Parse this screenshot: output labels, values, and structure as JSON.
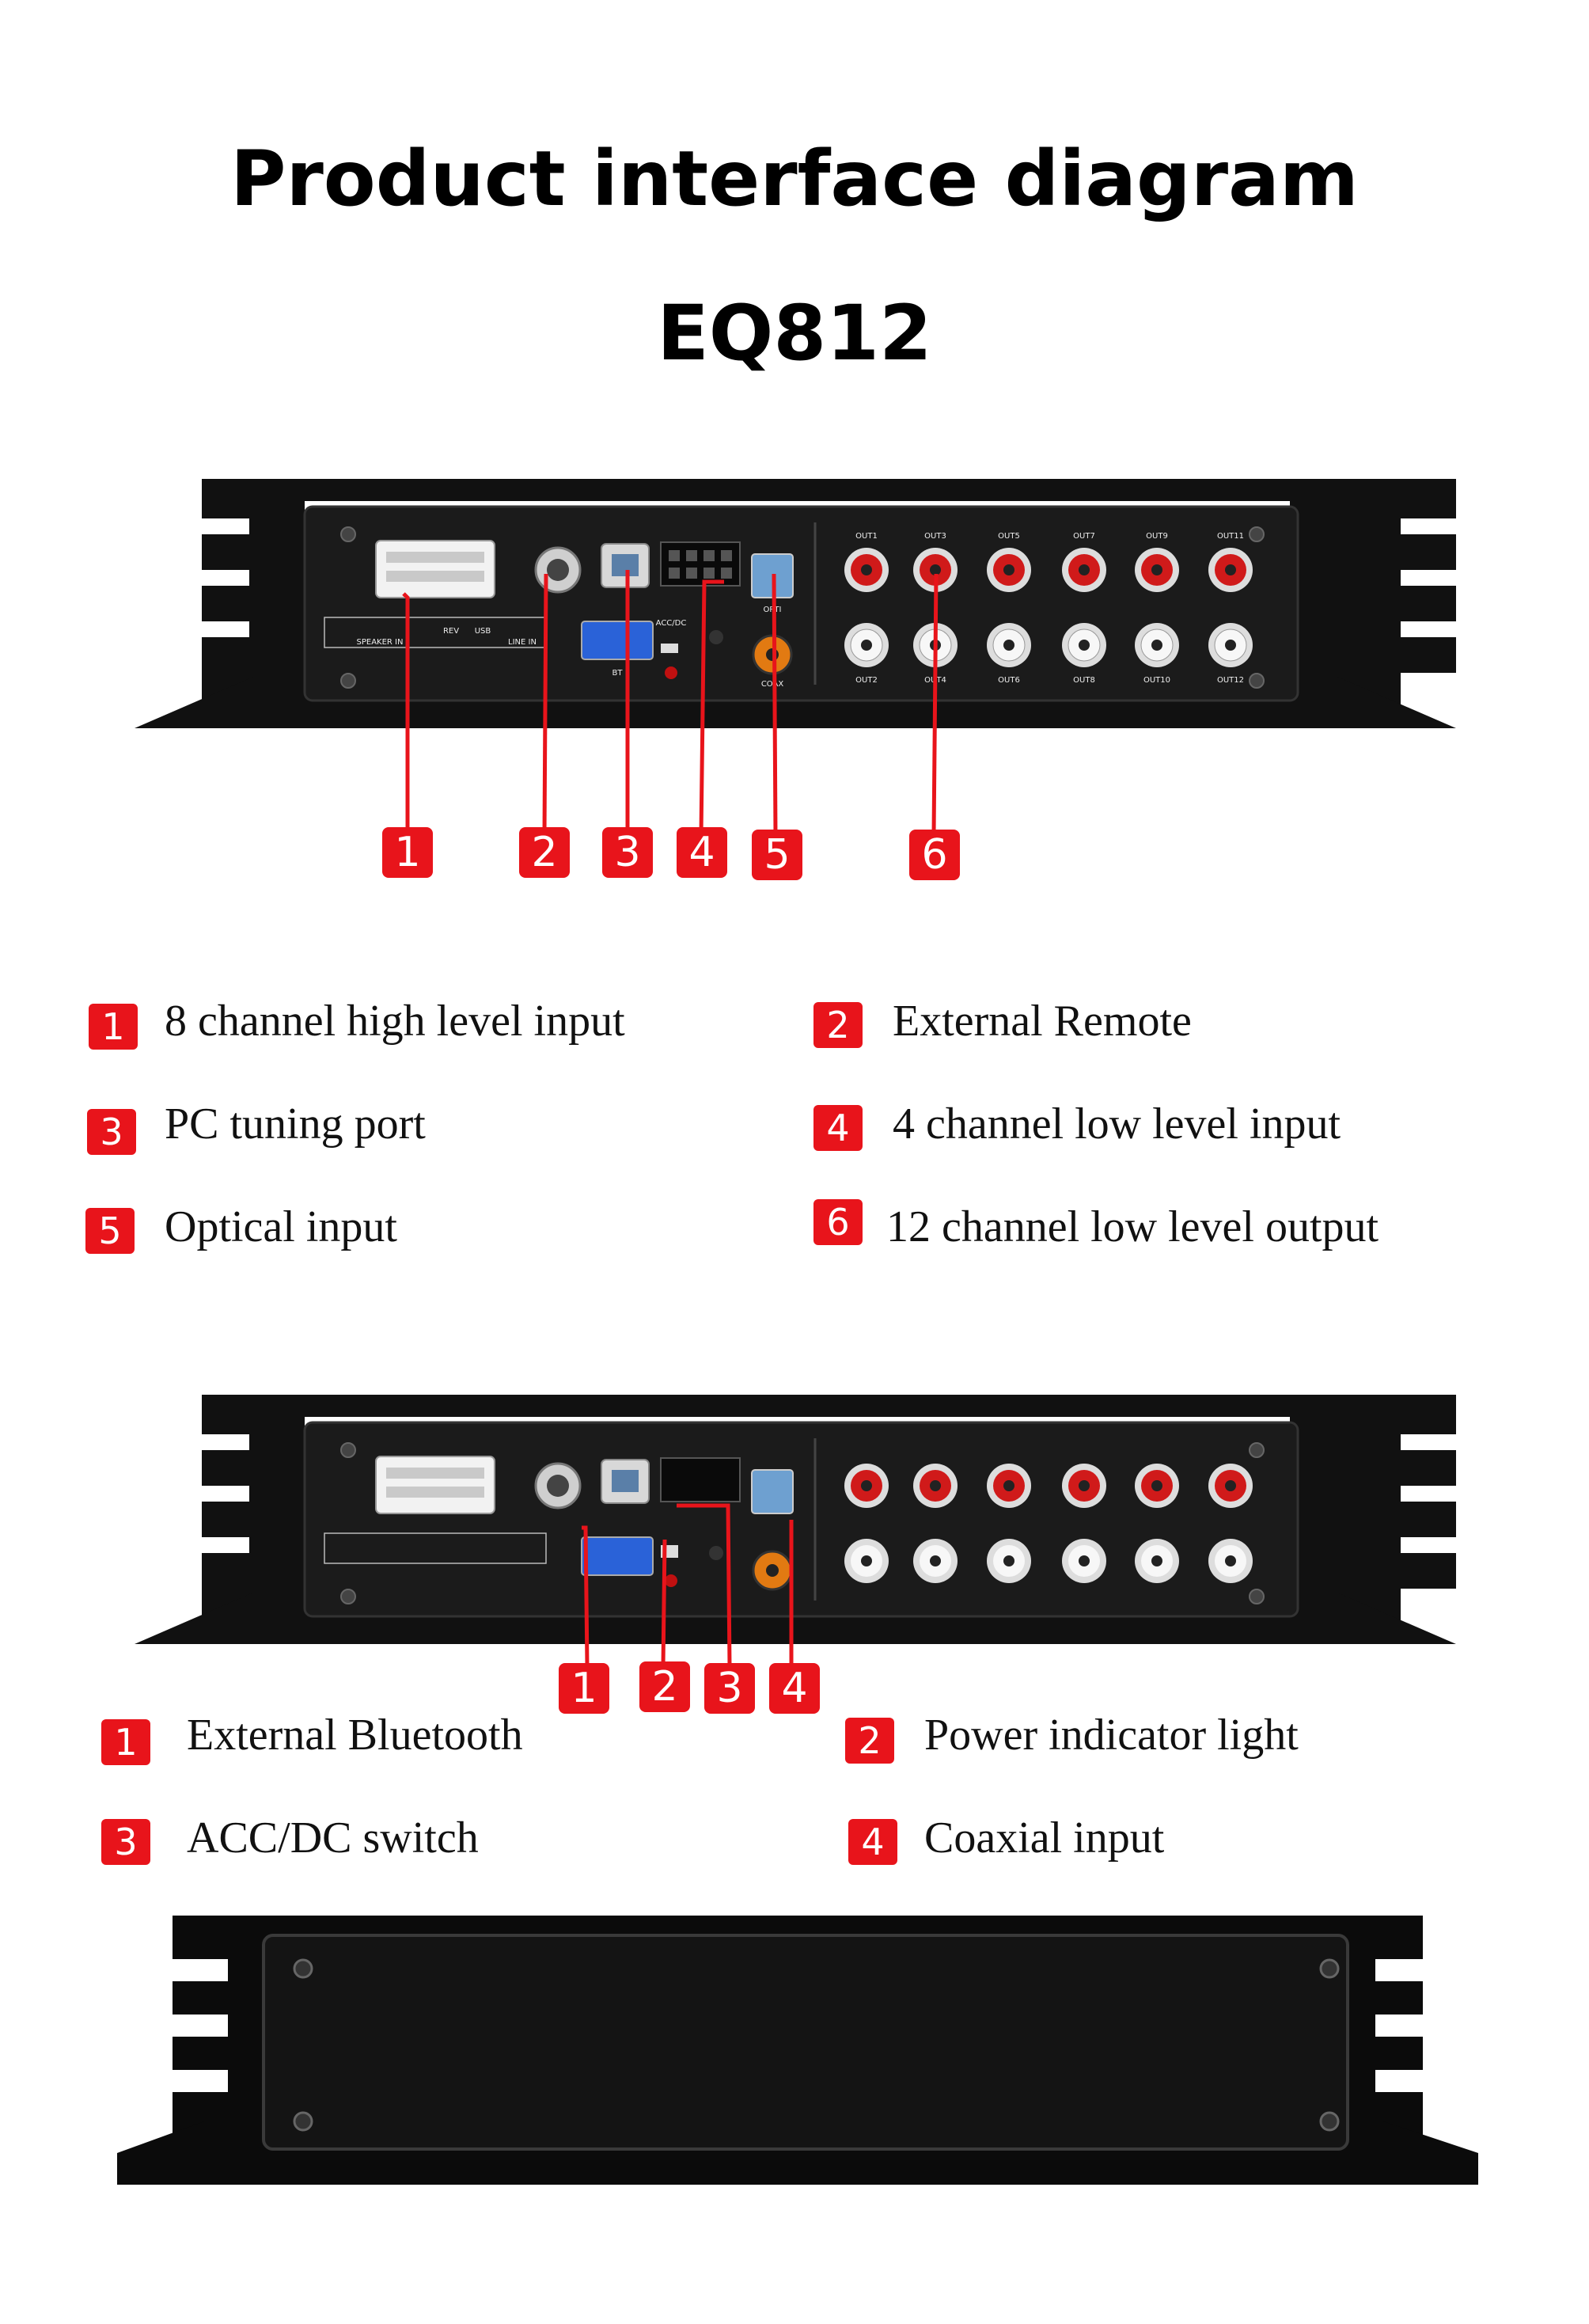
{
  "title": "Product interface diagram",
  "model": "EQ812",
  "colors": {
    "badge": "#e8141b",
    "device": "#0d0d0d",
    "callout": "#e8141b"
  },
  "panel1": {
    "port_labels": {
      "out1": "OUT1",
      "out3": "OUT3",
      "out5": "OUT5",
      "out7": "OUT7",
      "out9": "OUT9",
      "out11": "OUT11",
      "out2": "OUT2",
      "out4": "OUT4",
      "out6": "OUT6",
      "out8": "OUT8",
      "out10": "OUT10",
      "out12": "OUT12",
      "opti": "OPTI",
      "coax": "COAX",
      "acc_dc": "ACC/DC",
      "bt": "BT",
      "speaker_in": "SPEAKER IN",
      "rev": "REV",
      "usb": "USB",
      "line_in": "LINE IN"
    },
    "callouts": [
      "1",
      "2",
      "3",
      "4",
      "5",
      "6"
    ],
    "legend": [
      {
        "num": "1",
        "text": "8 channel high level input"
      },
      {
        "num": "2",
        "text": "External Remote"
      },
      {
        "num": "3",
        "text": "PC tuning port"
      },
      {
        "num": "4",
        "text": "4 channel low level input"
      },
      {
        "num": "5",
        "text": "Optical input"
      },
      {
        "num": "6",
        "text": "12 channel low level output"
      }
    ]
  },
  "panel2": {
    "callouts": [
      "1",
      "2",
      "3",
      "4"
    ],
    "legend": [
      {
        "num": "1",
        "text": "External Bluetooth"
      },
      {
        "num": "2",
        "text": "Power indicator light"
      },
      {
        "num": "3",
        "text": "ACC/DC switch"
      },
      {
        "num": "4",
        "text": "Coaxial input"
      }
    ]
  }
}
